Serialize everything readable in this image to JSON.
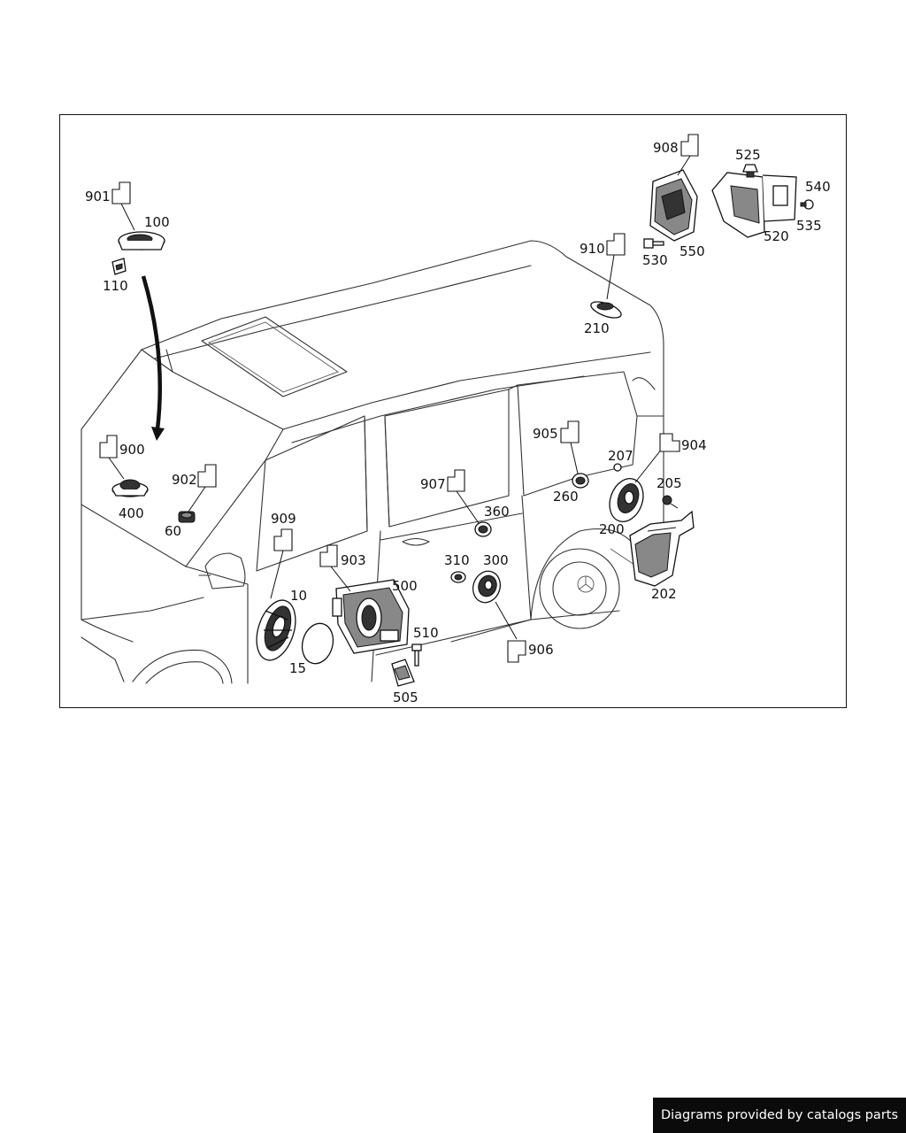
{
  "diagram": {
    "callouts": {
      "c901": "901",
      "c100": "100",
      "c110": "110",
      "c900": "900",
      "c400": "400",
      "c902": "902",
      "c60": "60",
      "c909": "909",
      "c10": "10",
      "c15": "15",
      "c903": "903",
      "c500": "500",
      "c510": "510",
      "c505": "505",
      "c907": "907",
      "c360": "360",
      "c310": "310",
      "c300": "300",
      "c906": "906",
      "c905": "905",
      "c260": "260",
      "c207": "207",
      "c904": "904",
      "c205": "205",
      "c200": "200",
      "c202": "202",
      "c910": "910",
      "c210": "210",
      "c908": "908",
      "c525": "525",
      "c540": "540",
      "c535": "535",
      "c520": "520",
      "c550": "550",
      "c530": "530"
    }
  },
  "footer": {
    "credit": "Diagrams provided by catalogs parts"
  }
}
